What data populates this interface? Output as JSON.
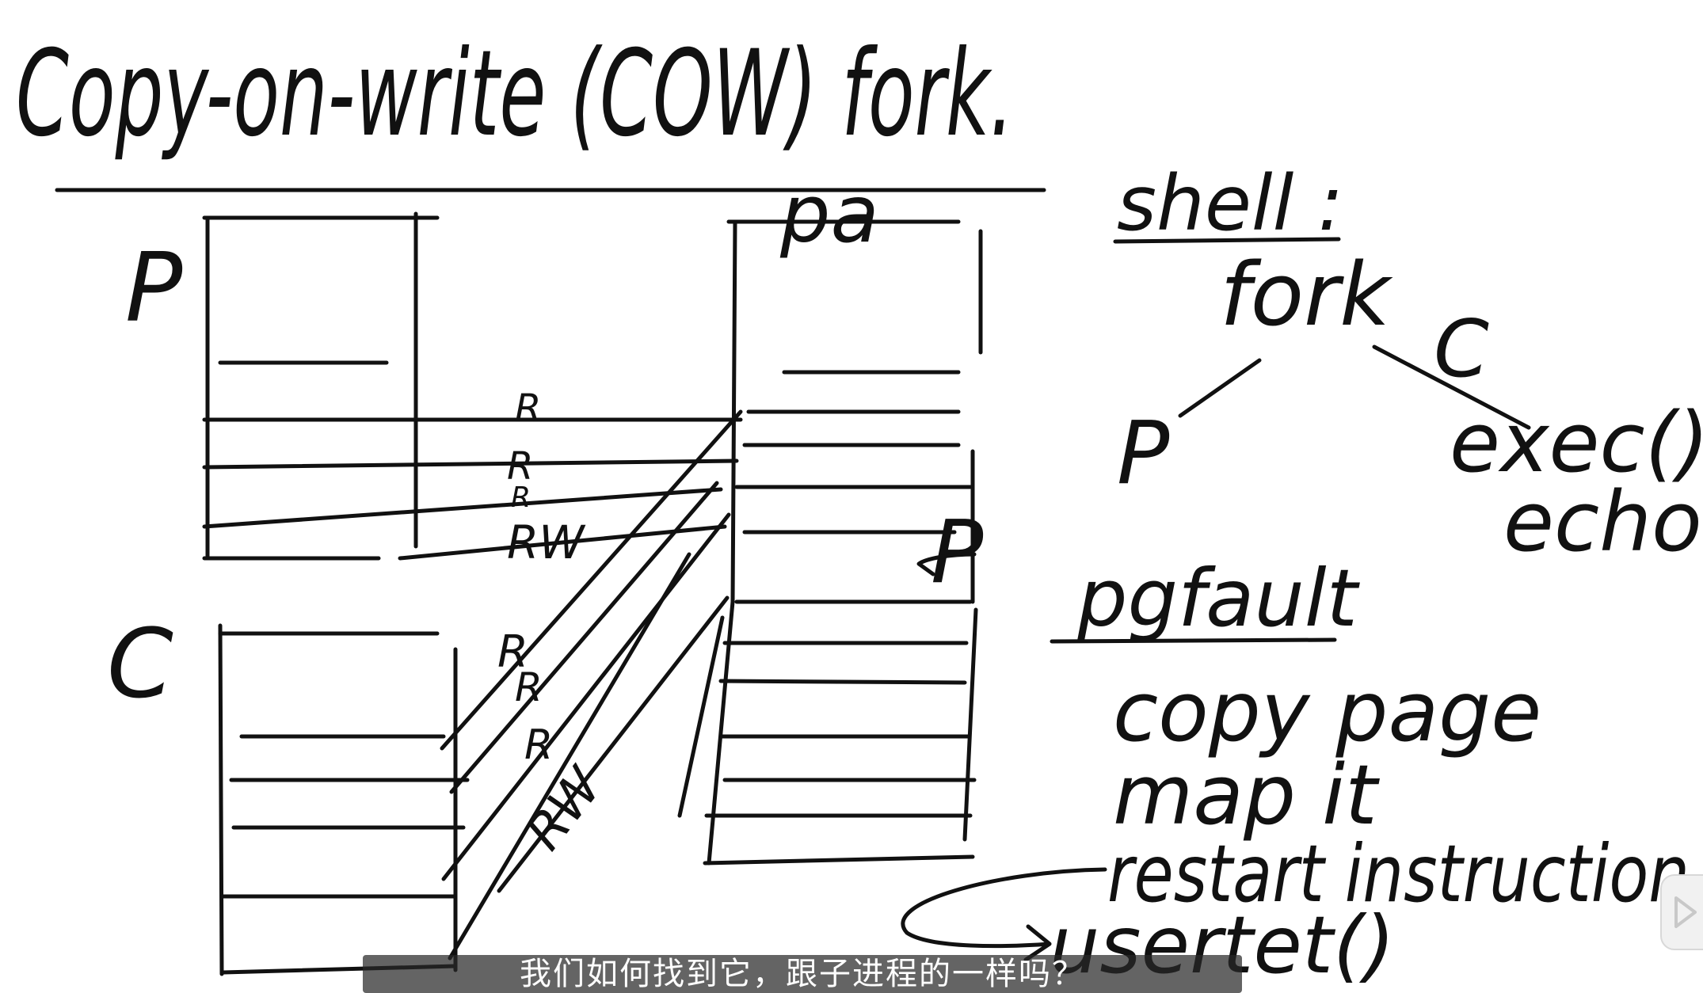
{
  "title": "Copy-on-write (COW) fork.",
  "labels": {
    "parent": "P",
    "child": "C",
    "physical": "pa",
    "perm_r1": "R",
    "perm_r2": "R",
    "perm_r3": "R",
    "perm_rw": "RW",
    "child_r1": "R",
    "child_r2": "R",
    "child_r3": "R",
    "child_rw": "RW",
    "pa_p": "P"
  },
  "shell": {
    "heading": "shell :",
    "fork": "fork",
    "left": "P",
    "right": "C",
    "exec": "exec()",
    "echo": "echo"
  },
  "pgfault": {
    "heading": "pgfault",
    "steps": [
      "copy page",
      "map it",
      "restart instruction"
    ],
    "userret": "usertet()"
  },
  "subtitle": "我们如何找到它，跟子进程的一样吗？"
}
